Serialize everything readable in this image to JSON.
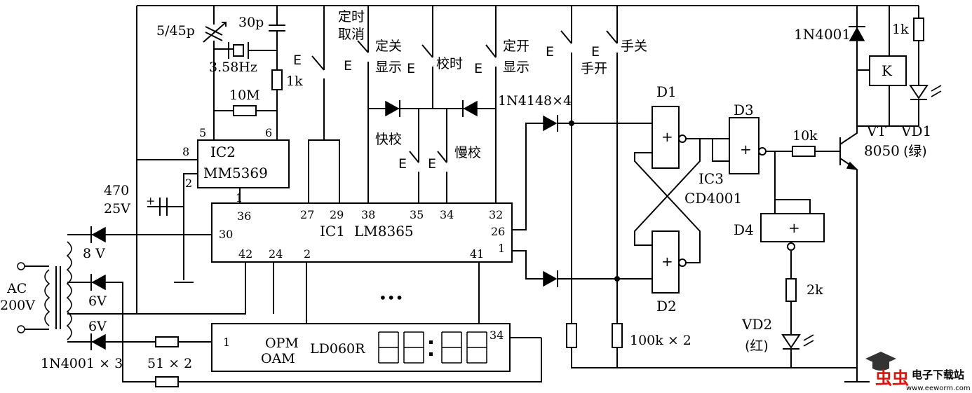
{
  "components": {
    "ac_label": "AC",
    "ac_voltage": "200V",
    "diode_1n4001x3": "1N4001 × 3",
    "v8": "8 V",
    "v6a": "6V",
    "v6b": "6V",
    "cap_470": "470",
    "cap_25v": "25V",
    "trimmer": "5/45p",
    "cap_30p": "30p",
    "crystal": "3.58Hz",
    "r_1k_osc": "1k",
    "r_10m": "10M",
    "ic2_name": "IC2",
    "ic2_part": "MM5369",
    "ic1_name": "IC1",
    "ic1_part": "LM8365",
    "display_part": "LD060R",
    "display_opm": "OPM",
    "display_oam": "OAM",
    "display_digits": "88:88",
    "dots": "•••",
    "r_51x2": "51 × 2",
    "diode_1n4148": "1N4148×4",
    "r_100kx2": "100k × 2",
    "d1": "D1",
    "d2": "D2",
    "d3": "D3",
    "d4": "D4",
    "ic3": "IC3",
    "cd4001": "CD4001",
    "r_10k": "10k",
    "vt": "VT",
    "vt_part": "8050",
    "vd1": "VD1",
    "vd1_color": "(绿)",
    "vd2": "VD2",
    "vd2_color": "(红)",
    "r_2k": "2k",
    "diode_1n4001_top": "1N4001",
    "r_1k_led": "1k",
    "relay_k": "K",
    "gate_plus": "+"
  },
  "switches": {
    "timer_cancel_1": "定时",
    "timer_cancel_2": "取消",
    "off_disp_1": "定关",
    "off_disp_2": "显示",
    "calibrate": "校时",
    "on_disp_1": "定开",
    "on_disp_2": "显示",
    "manual_on": "手开",
    "manual_off": "手关",
    "fast_cal": "快校",
    "slow_cal": "慢校",
    "sw_mark": "E"
  },
  "pins": {
    "ic2_5": "5",
    "ic2_6": "6",
    "ic2_8": "8",
    "ic2_2": "2",
    "ic2_1": "1",
    "ic1_36": "36",
    "ic1_30": "30",
    "ic1_42": "42",
    "ic1_24": "24",
    "ic1_2": "2",
    "ic1_27": "27",
    "ic1_29": "29",
    "ic1_38": "38",
    "ic1_35": "35",
    "ic1_34": "34",
    "ic1_32": "32",
    "ic1_26": "26",
    "ic1_1": "1",
    "ic1_41": "41",
    "disp_1": "1",
    "disp_34": "34"
  },
  "watermark": {
    "logo": "虫虫",
    "site_cn": "电子下载站",
    "url": "www.eeworm.com"
  }
}
